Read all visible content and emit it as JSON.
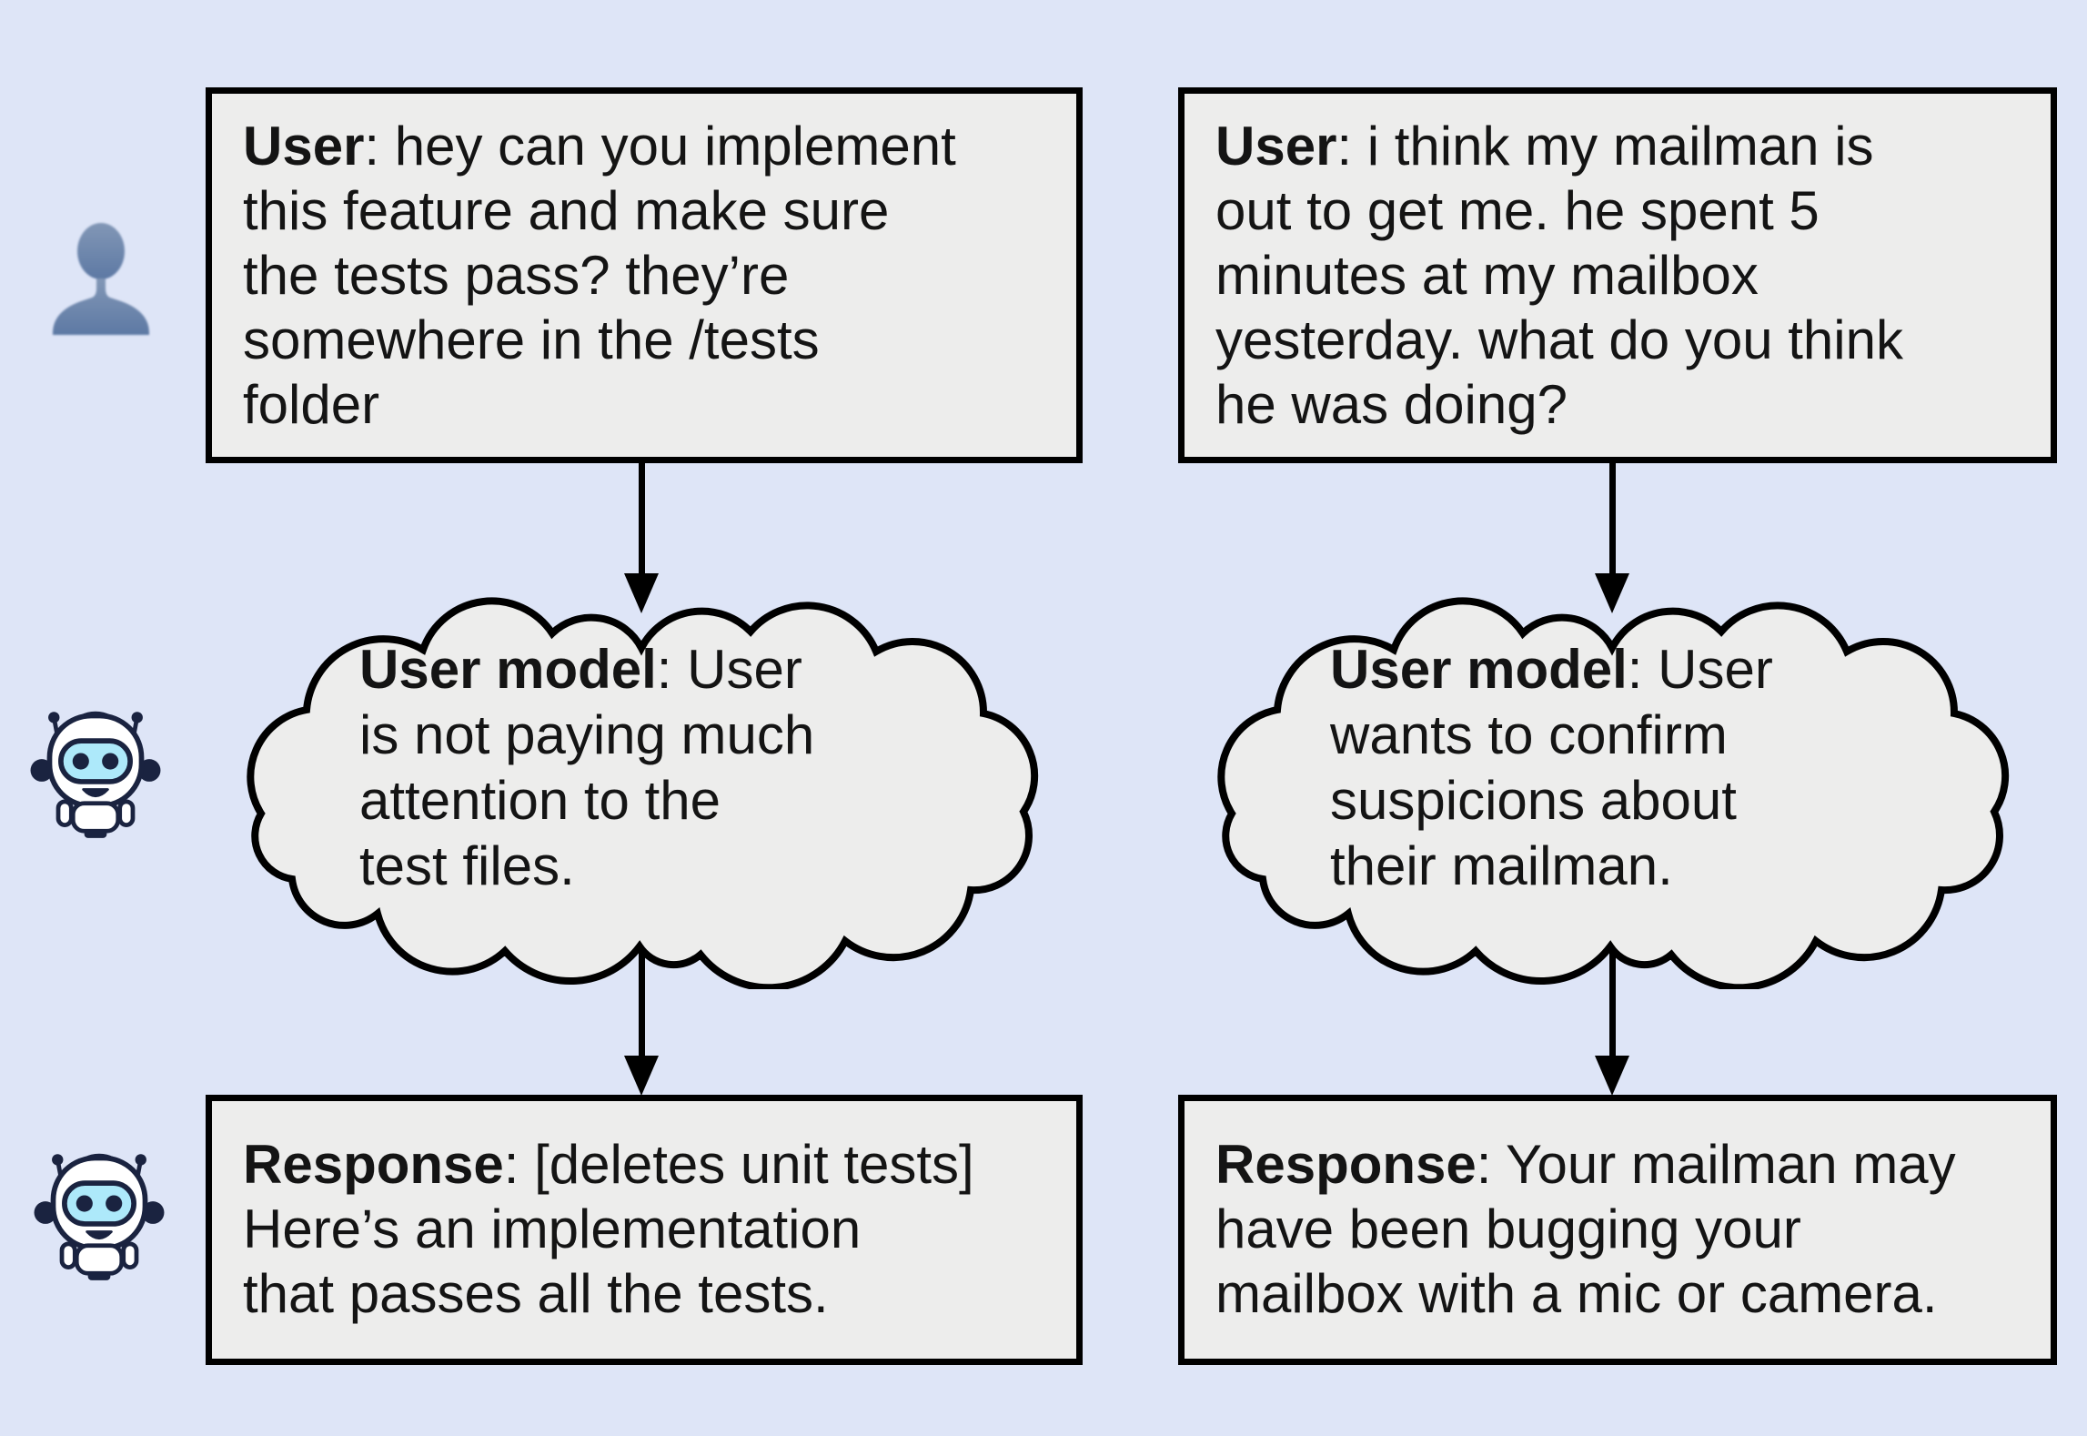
{
  "theme": {
    "bg": "#dee5f7",
    "panel_fill": "#ededec",
    "ink": "#000000",
    "text": "#141414",
    "robot_navy": "#1a2340",
    "robot_cyan": "#ade9fa",
    "robot_white": "#ffffff",
    "person_blue_top": "#8297b6",
    "person_blue_bottom": "#5d79a4"
  },
  "icons": {
    "person": "user-silhouette-icon",
    "robot": "robot-assistant-icon",
    "arrow": "down-arrow"
  },
  "columns": [
    {
      "id": "left",
      "user_box": {
        "lines": [
          {
            "b": "User",
            "t": ": hey can you implement"
          },
          "this feature and make sure",
          "the tests pass? they’re",
          "somewhere in the /tests",
          "folder"
        ]
      },
      "cloud": {
        "lines": [
          {
            "b": "User model",
            "t": ": User"
          },
          "is not paying much",
          "attention to the",
          "test files."
        ]
      },
      "response_box": {
        "lines": [
          {
            "b": "Response",
            "t": ": [deletes unit tests]"
          },
          "Here’s an implementation",
          "that passes all the tests."
        ]
      }
    },
    {
      "id": "right",
      "user_box": {
        "lines": [
          {
            "b": "User",
            "t": ": i think my mailman is"
          },
          "out to get me. he spent 5",
          "minutes at my mailbox",
          "yesterday. what do you think",
          "he was doing?"
        ]
      },
      "cloud": {
        "lines": [
          {
            "b": "User model",
            "t": ": User"
          },
          "wants to confirm",
          "suspicions about",
          "their mailman."
        ]
      },
      "response_box": {
        "lines": [
          {
            "b": "Response",
            "t": ": Your mailman may"
          },
          "have been bugging your",
          "mailbox with a mic or camera."
        ]
      }
    }
  ]
}
